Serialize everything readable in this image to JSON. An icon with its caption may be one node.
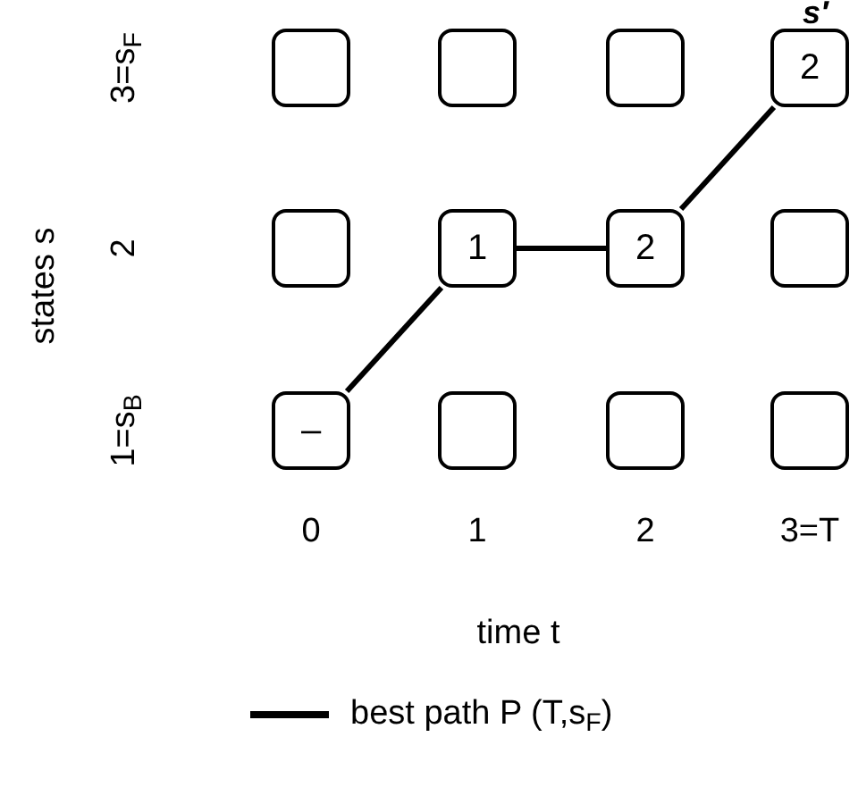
{
  "diagram": {
    "nodes": [
      {
        "text": [],
        "shape": "box"
      },
      {
        "text": [],
        "shape": "box"
      },
      {
        "text": [],
        "shape": "box"
      },
      {
        "text": [
          "2"
        ],
        "beside": [
          "s′"
        ]
      },
      {
        "text": [],
        "shape": "box"
      },
      {
        "text": [
          "1"
        ]
      },
      {
        "text": [
          "2"
        ]
      },
      {
        "text": [],
        "shape": "box"
      },
      {
        "text": [
          "–"
        ]
      },
      {
        "text": [],
        "shape": "box"
      },
      {
        "text": [],
        "shape": "box"
      },
      {
        "text": [],
        "shape": "box"
      }
    ],
    "edges": [
      {
        "from": 8,
        "to": 5,
        "arrow": "none"
      },
      {
        "from": 5,
        "to": 6,
        "arrow": "none"
      },
      {
        "from": 6,
        "to": 3,
        "arrow": "none"
      }
    ],
    "labels": [
      "3=s$_{F}$",
      "2",
      "1=s$_{B}$",
      "states s",
      "0",
      "1",
      "2",
      "3=T",
      "time t"
    ],
    "legend": [
      {
        "text": "best path P (T,s$_{F}$)"
      }
    ]
  }
}
